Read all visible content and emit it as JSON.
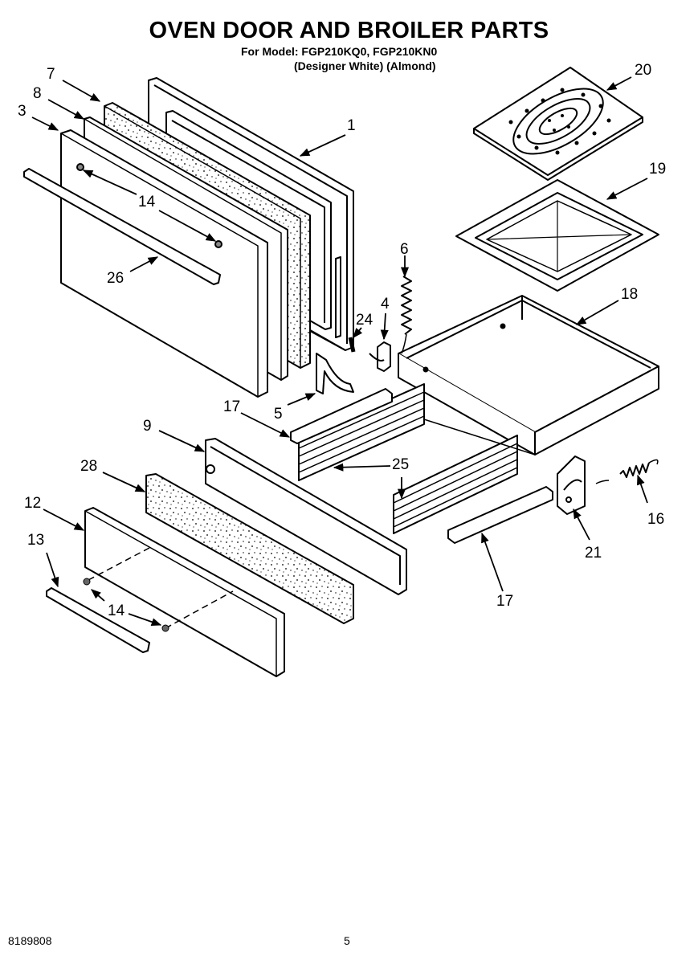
{
  "header": {
    "title": "OVEN DOOR AND BROILER PARTS",
    "model_line": "For Model: FGP210KQ0, FGP210KN0",
    "variant_line": "(Designer White) (Almond)"
  },
  "labels": {
    "p1": "1",
    "p3": "3",
    "p4": "4",
    "p5": "5",
    "p6": "6",
    "p7": "7",
    "p8": "8",
    "p9": "9",
    "p12": "12",
    "p13": "13",
    "p14a": "14",
    "p14b": "14",
    "p16": "16",
    "p17a": "17",
    "p17b": "17",
    "p18": "18",
    "p19": "19",
    "p20": "20",
    "p21": "21",
    "p24": "24",
    "p25": "25",
    "p26": "26",
    "p28": "28"
  },
  "footer": {
    "doc_number": "8189808",
    "page_number": "5"
  }
}
